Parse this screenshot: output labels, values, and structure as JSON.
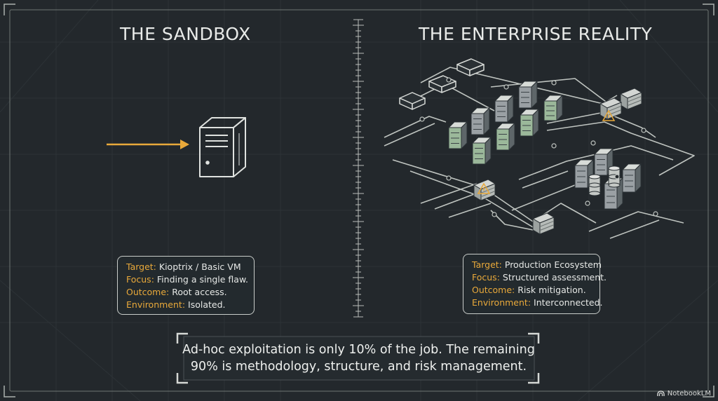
{
  "sandbox": {
    "title": "THE SANDBOX",
    "details": [
      {
        "label": "Target:",
        "value": "Kioptrix / Basic VM"
      },
      {
        "label": "Focus:",
        "value": "Finding a single flaw."
      },
      {
        "label": "Outcome:",
        "value": "Root access."
      },
      {
        "label": "Environment:",
        "value": "Isolated."
      }
    ]
  },
  "enterprise": {
    "title": "THE ENTERPRISE REALITY",
    "details": [
      {
        "label": "Target:",
        "value": "Production Ecosystem"
      },
      {
        "label": "Focus:",
        "value": "Structured assessment."
      },
      {
        "label": "Outcome:",
        "value": "Risk mitigation."
      },
      {
        "label": "Environment:",
        "value": "Interconnected."
      }
    ]
  },
  "callout": {
    "line1": "Ad-hoc exploitation is only 10% of the job. The remaining",
    "line2": "90% is methodology, structure, and risk management."
  },
  "brand": "NotebookLM",
  "icons": {
    "sandbox_server": "server-tower-icon",
    "sandbox_arrow": "arrow-right-icon",
    "network": "network-diagram-icon",
    "firewall": "firewall-icon",
    "warning": "warning-icon",
    "brand": "notebooklm-logo-icon"
  },
  "colors": {
    "background": "#23282c",
    "accent": "#e9a93a",
    "server_green": "#9bb89a",
    "server_gray": "#9aa0a4",
    "line": "#c9cdca"
  }
}
